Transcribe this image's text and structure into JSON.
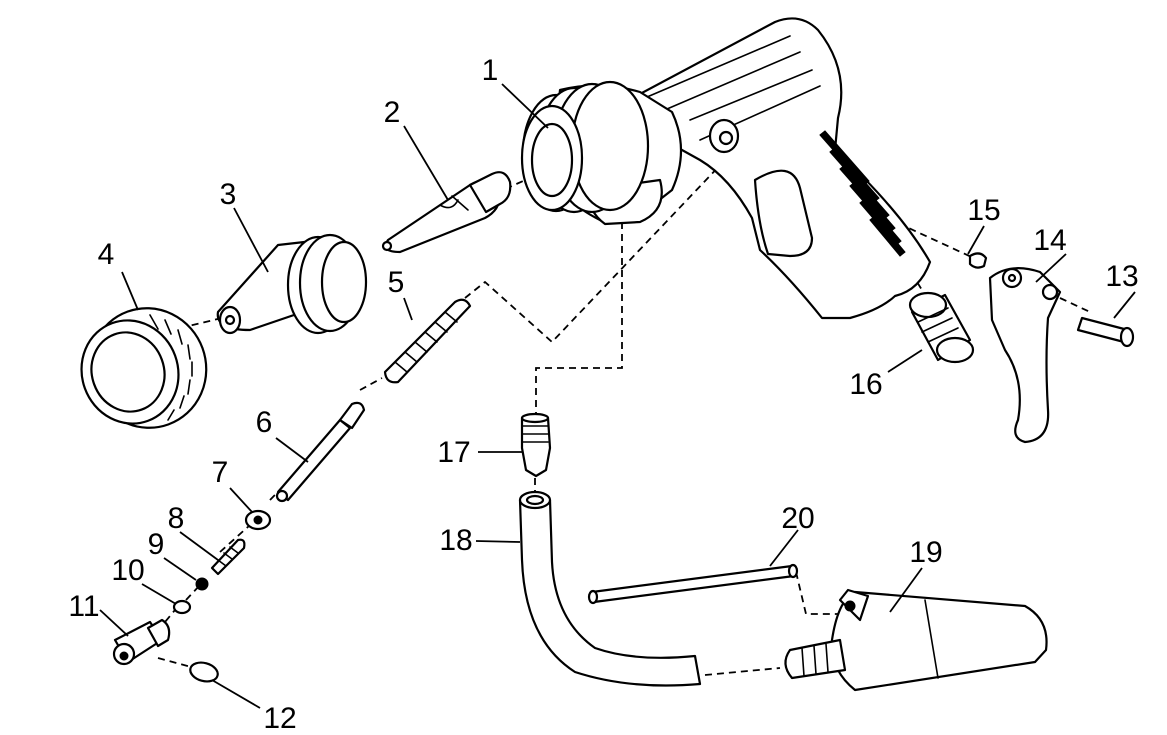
{
  "colors": {
    "ink": "#000000",
    "paper": "#ffffff"
  },
  "callouts": [
    "1",
    "2",
    "3",
    "4",
    "5",
    "6",
    "7",
    "8",
    "9",
    "10",
    "11",
    "12",
    "13",
    "14",
    "15",
    "16",
    "17",
    "18",
    "19",
    "20"
  ]
}
